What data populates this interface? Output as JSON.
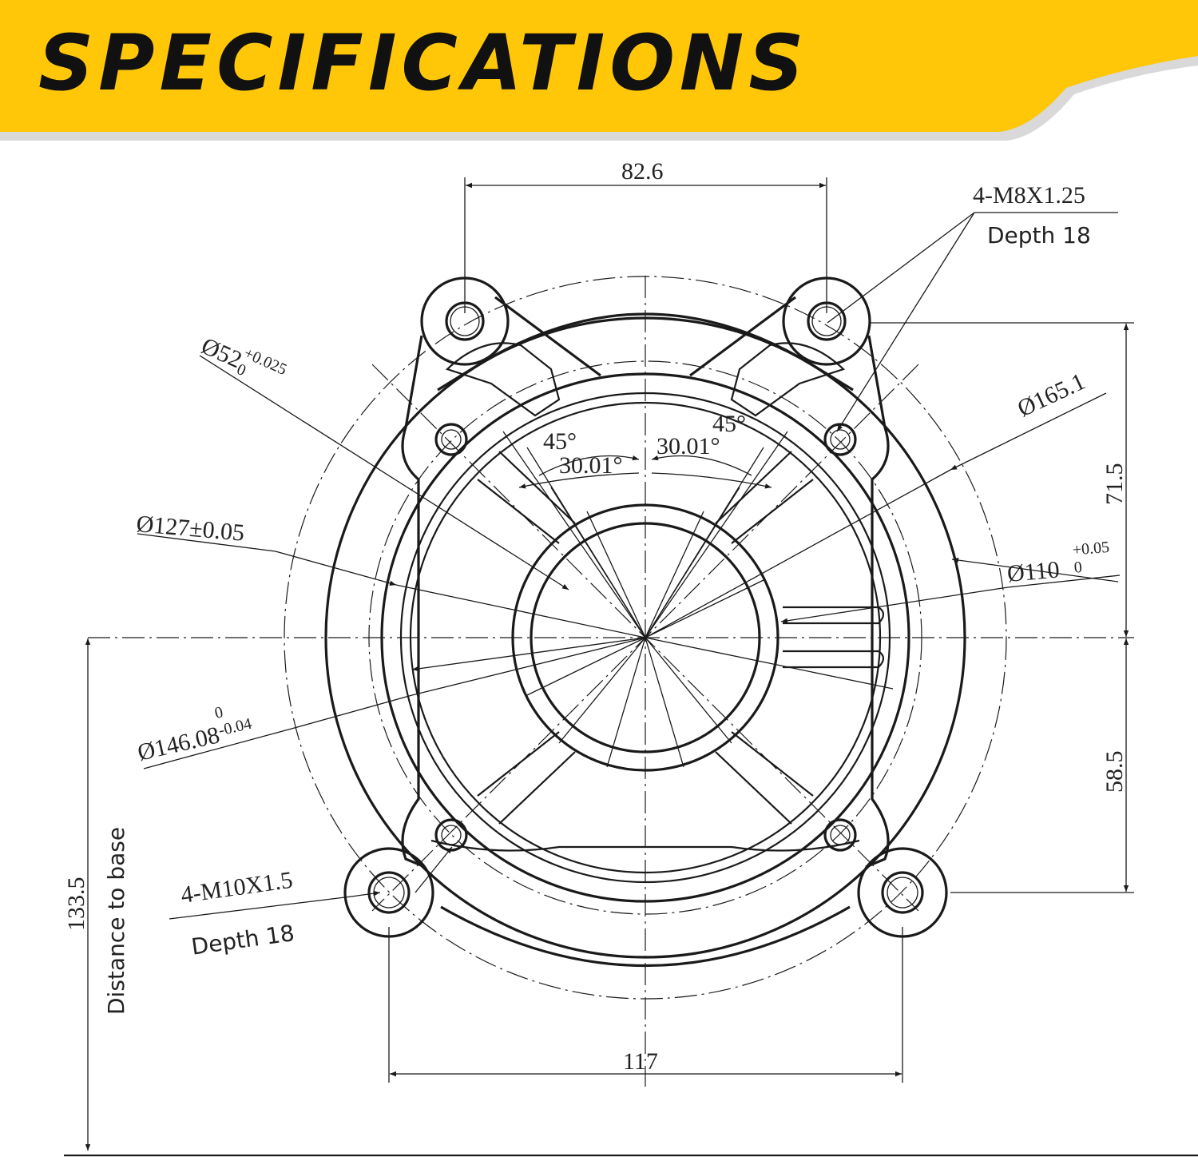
{
  "header": {
    "title": "SPECIFICATIONS",
    "accent_color": "#FFC708",
    "text_color": "#111111"
  },
  "dimensions": {
    "bolt_spacing_top": "82.6",
    "bolt_spacing_bottom": "117",
    "top_thread": "4-M8X1.25",
    "top_thread_depth": "Depth 18",
    "bottom_thread": "4-M10X1.5",
    "bottom_thread_depth": "Depth 18",
    "bore_52_main": "Ø52",
    "bore_52_upper": "+0.025",
    "bore_52_lower": "0",
    "dia_165": "Ø165.1",
    "dia_127": "Ø127±0.05",
    "dia_110_main": "Ø110",
    "dia_110_upper": "+0.05",
    "dia_110_lower": "0",
    "dia_146_main": "Ø146.08",
    "dia_146_upper": "0",
    "dia_146_lower": "-0.04",
    "angle_left": "45°",
    "angle_right": "45°",
    "offset_left": "30.01°",
    "offset_right": "30.01°",
    "height_upper": "71.5",
    "height_lower": "58.5",
    "height_base": "133.5",
    "base_label": "Distance to base"
  }
}
